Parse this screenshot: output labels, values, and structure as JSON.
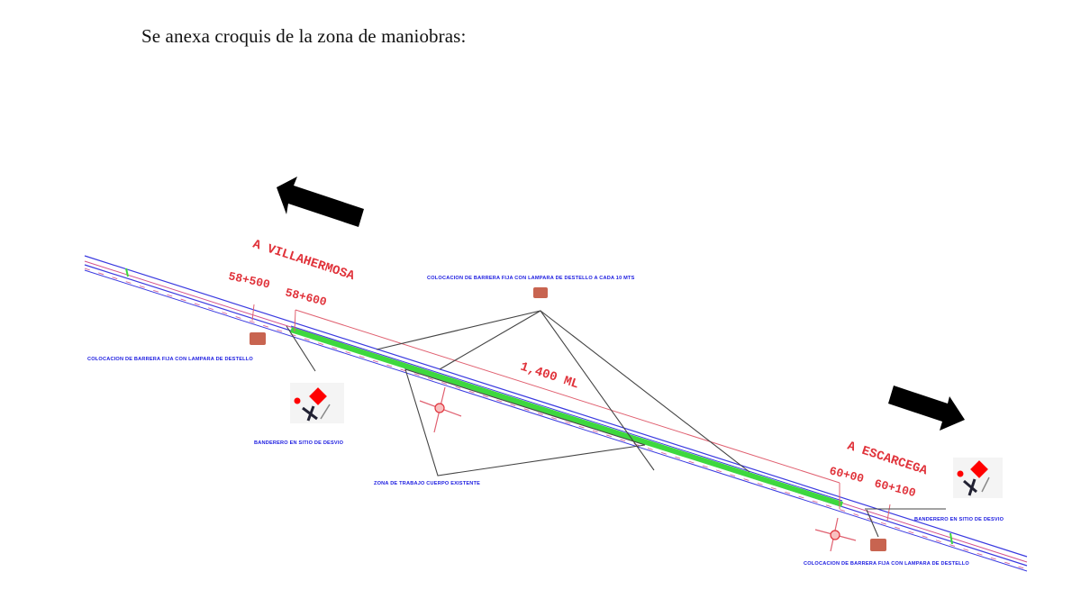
{
  "document": {
    "intro_text": "Se anexa croquis de la zona de maniobras:"
  },
  "sketch": {
    "direction_labels": {
      "west": "A VILLAHERMOSA",
      "east": "A ESCARCEGA"
    },
    "stations": {
      "s1": "58+500",
      "s2": "58+600",
      "s3": "60+00",
      "s4": "60+100"
    },
    "distance_label": "1,400 ML",
    "notes": {
      "barrier_flash_left": "COLOCACION DE BARRERA FIJA CON LAMPARA DE DESTELLO",
      "barrier_flash_top": "COLOCACION DE BARRERA FIJA CON LAMPARA DE DESTELLO A CADA 10 MTS",
      "barrier_flash_right": "COLOCACION DE BARRERA FIJA CON LAMPARA DE DESTELLO",
      "flagman_left": "BANDERERO EN SITIO DE DESVIO",
      "flagman_right": "BANDERERO EN SITIO DE DESVIO",
      "work_zone": "ZONA DE TRABAJO CUERPO EXISTENTE"
    },
    "colors": {
      "road_blue": "#3a3ae0",
      "road_pink": "#d2508c",
      "work_green": "#3ed83e",
      "annotation_red": "#e0323a",
      "leader_gray": "#444444",
      "arrow_black": "#000000"
    }
  }
}
